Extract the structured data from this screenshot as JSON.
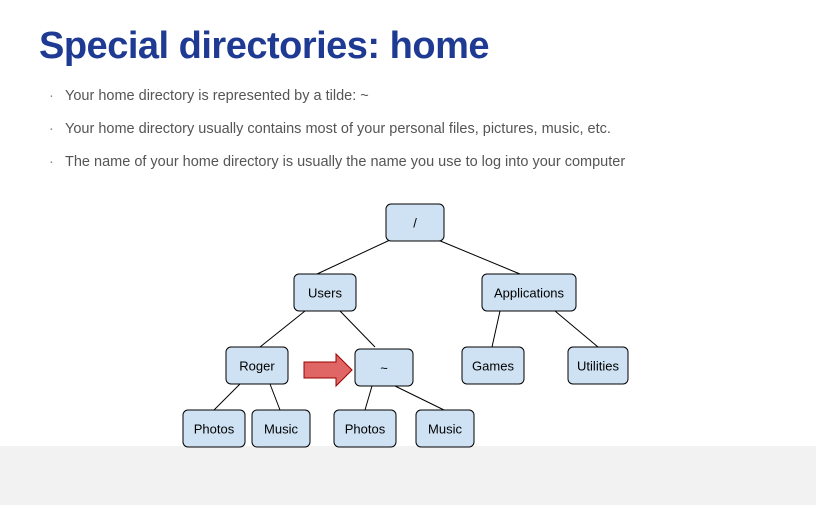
{
  "slide": {
    "title": "Special directories: home",
    "bullet_marker": "·",
    "bullets": [
      "Your home directory is represented by a tilde: ~",
      "Your home directory usually contains most of your personal files, pictures, music, etc.",
      "The name of your home directory is usually the name you use to log into your computer"
    ]
  },
  "tree": {
    "root": "/",
    "users": "Users",
    "applications": "Applications",
    "roger": "Roger",
    "home": "~",
    "games": "Games",
    "utilities": "Utilities",
    "roger_photos": "Photos",
    "roger_music": "Music",
    "home_photos": "Photos",
    "home_music": "Music"
  },
  "colors": {
    "title": "#1f3a93",
    "node_fill": "#cfe2f3",
    "arrow_fill": "#e06666",
    "arrow_stroke": "#990000"
  }
}
